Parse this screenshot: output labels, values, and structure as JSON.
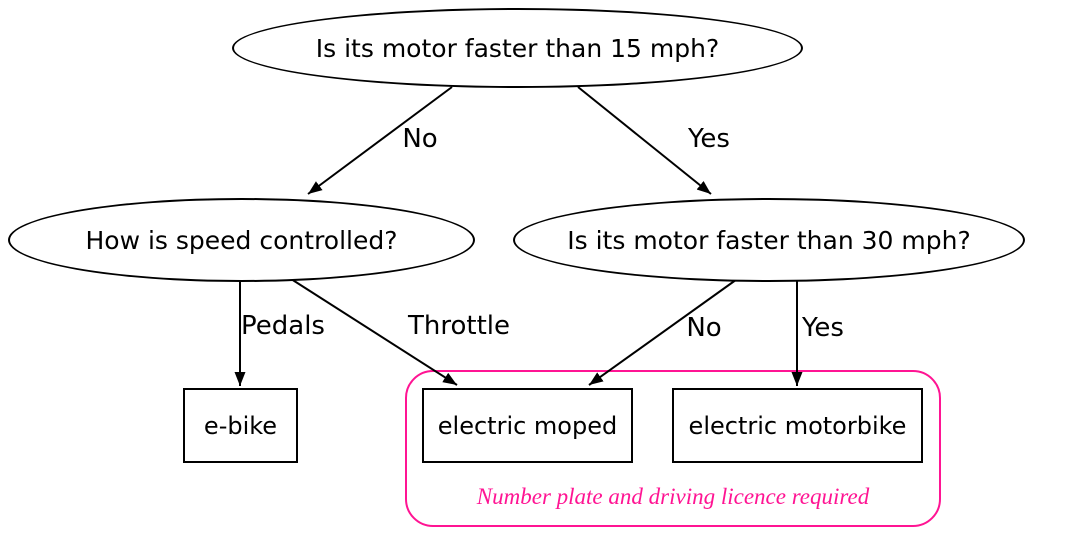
{
  "diagram": {
    "type": "decision-tree",
    "background": "#ffffff",
    "colors": {
      "node_stroke": "#000000",
      "edge_stroke": "#000000",
      "cluster_border": "#ff1493",
      "caption_text": "#ff1493"
    },
    "nodes": {
      "q15": {
        "label": "Is its motor faster than 15 mph?",
        "shape": "ellipse"
      },
      "speed": {
        "label": "How is speed controlled?",
        "shape": "ellipse"
      },
      "q30": {
        "label": "Is its motor faster than 30 mph?",
        "shape": "ellipse"
      },
      "ebike": {
        "label": "e-bike",
        "shape": "box"
      },
      "moped": {
        "label": "electric moped",
        "shape": "box"
      },
      "motorbike": {
        "label": "electric motorbike",
        "shape": "box"
      }
    },
    "edges": [
      {
        "from": "q15",
        "to": "speed",
        "label": "No"
      },
      {
        "from": "q15",
        "to": "q30",
        "label": "Yes"
      },
      {
        "from": "speed",
        "to": "ebike",
        "label": "Pedals"
      },
      {
        "from": "speed",
        "to": "moped",
        "label": "Throttle"
      },
      {
        "from": "q30",
        "to": "moped",
        "label": "No"
      },
      {
        "from": "q30",
        "to": "motorbike",
        "label": "Yes"
      }
    ],
    "cluster": {
      "caption": "Number plate and driving licence required",
      "members": [
        "electric moped",
        "electric motorbike"
      ]
    }
  }
}
